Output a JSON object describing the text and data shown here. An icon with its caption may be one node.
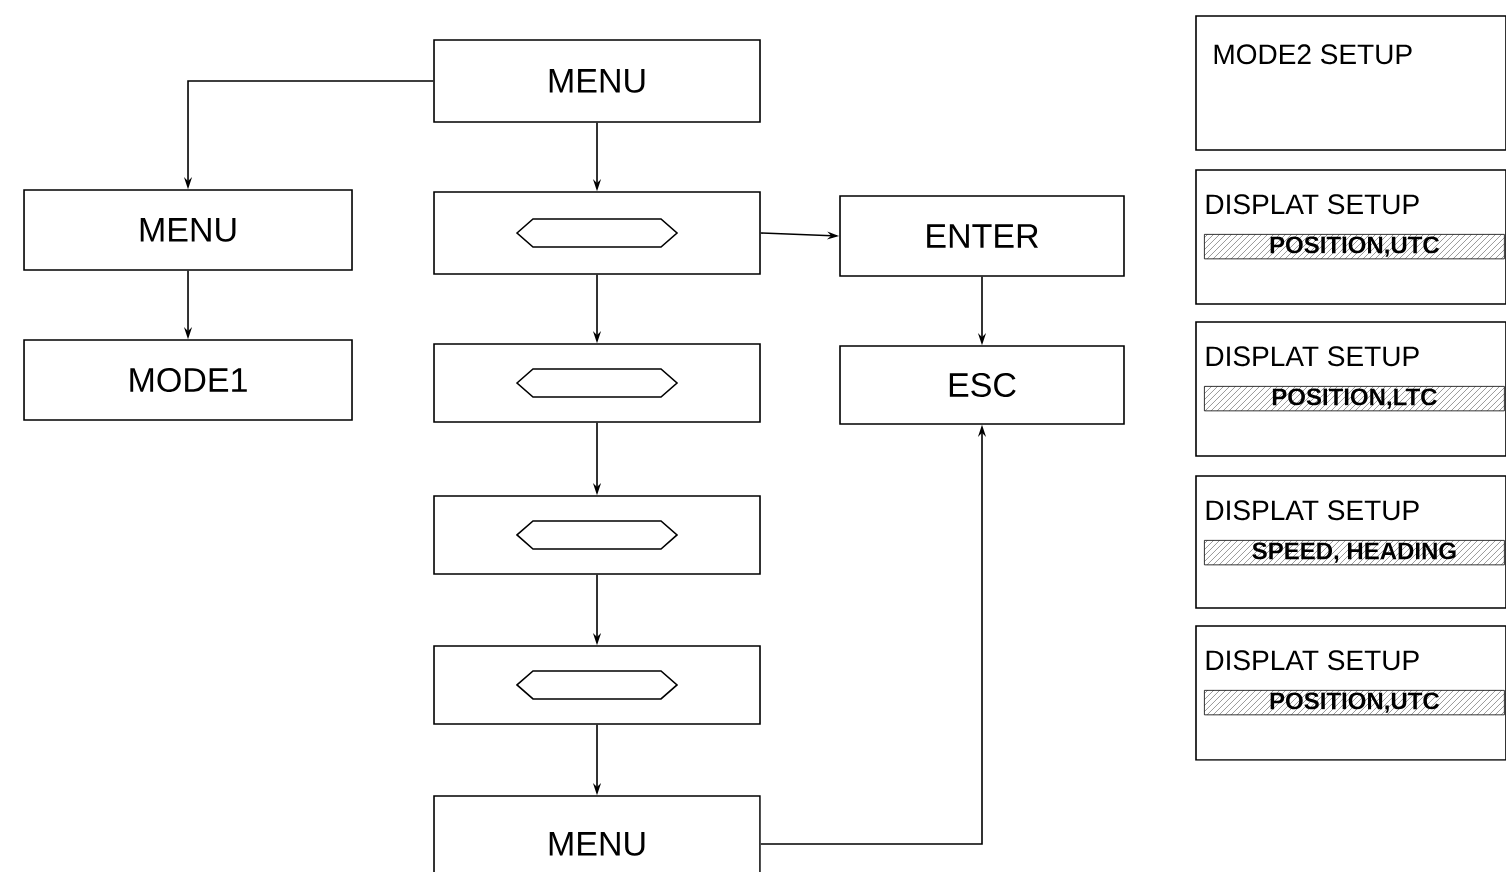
{
  "diagram": {
    "nodes": [
      {
        "text": [
          "MENU"
        ]
      },
      {
        "text": [
          "MENU"
        ]
      },
      {
        "text": [
          "MODE1"
        ]
      },
      {
        "text": [],
        "shape": "box"
      },
      {
        "text": [
          "ENTER"
        ]
      },
      {
        "text": [],
        "shape": "box"
      },
      {
        "text": [
          "ESC"
        ]
      },
      {
        "text": [],
        "shape": "box"
      },
      {
        "text": [],
        "shape": "box"
      },
      {
        "text": [
          "MENU"
        ]
      },
      {
        "text": [
          "MODE2 SETUP"
        ]
      },
      {
        "text": [
          "DISPLAT SETUP",
          "POSITION,UTC"
        ]
      },
      {
        "text": [
          "DISPLAT SETUP",
          "POSITION,LTC"
        ]
      },
      {
        "text": [
          "DISPLAT SETUP",
          "SPEED, HEADING"
        ]
      },
      {
        "text": [
          "DISPLAT SETUP",
          "POSITION,UTC"
        ]
      }
    ],
    "edges": [
      {
        "from": 0,
        "to": 1,
        "arrow": "to"
      },
      {
        "from": 0,
        "to": 3,
        "arrow": "to"
      },
      {
        "from": 1,
        "to": 2,
        "arrow": "to"
      },
      {
        "from": 3,
        "to": 4,
        "arrow": "to"
      },
      {
        "from": 3,
        "to": 5,
        "arrow": "to"
      },
      {
        "from": 4,
        "to": 6,
        "arrow": "to"
      },
      {
        "from": 5,
        "to": 7,
        "arrow": "to"
      },
      {
        "from": 7,
        "to": 8,
        "arrow": "to"
      },
      {
        "from": 8,
        "to": 9,
        "arrow": "to"
      },
      {
        "from": 9,
        "to": 6,
        "arrow": "to"
      }
    ]
  }
}
